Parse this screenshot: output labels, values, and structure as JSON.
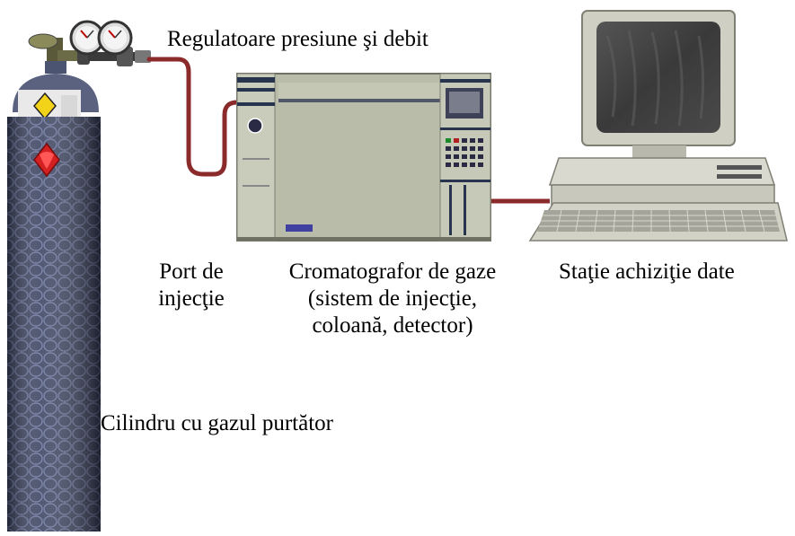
{
  "labels": {
    "regulator": "Regulatoare presiune şi debit",
    "port_line1": "Port de",
    "port_line2": "injecţie",
    "gc_line1": "Cromatografor de gaze",
    "gc_line2": "(sistem de injecţie,",
    "gc_line3": "coloană, detector)",
    "station": "Staţie achiziţie date",
    "cylinder": "Cilindru cu gazul purtător"
  },
  "colors": {
    "cylinder_body": "#3a4260",
    "cylinder_mesh": "#5f6a90",
    "tubing": "#8b2a2a",
    "instrument": "#b9bca8",
    "instrument_dark": "#28344e",
    "computer": "#cfcfc4",
    "screen": "#3f3f3f",
    "hazard": "#f3d21a",
    "red_diamond": "#d42020"
  },
  "icons": [
    "gas-cylinder-icon",
    "pressure-gauge-icon",
    "gas-chromatograph-icon",
    "computer-icon",
    "keyboard-icon"
  ]
}
